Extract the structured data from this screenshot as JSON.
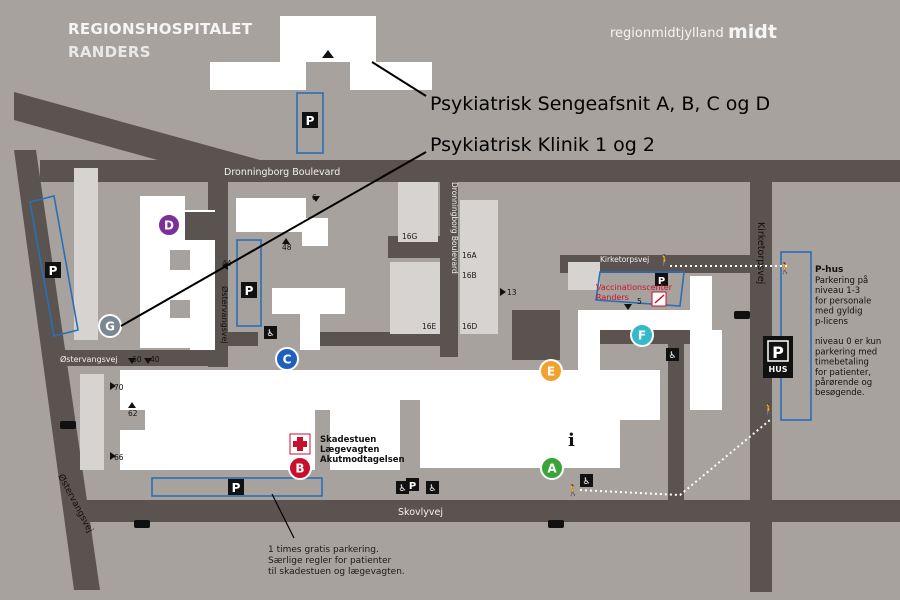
{
  "header": {
    "title_line1": "REGIONSHOSPITALET",
    "title_line2": "RANDERS",
    "region_name": "regionmidtjylland",
    "region_logo": "midt"
  },
  "callouts": {
    "senge": "Psykiatrisk Sengeafsnit A, B, C og D",
    "klinik": "Psykiatrisk Klinik 1 og 2"
  },
  "roads": {
    "dronningborg_boulevard": "Dronningborg Boulevard",
    "dronningborg_boulevard_vertical": "Dronningborg Boulevard",
    "kirketorpsvej": "Kirketorpsvej",
    "kirketorpsvej_vertical": "Kirketorpsvej",
    "ostervangsvej_vertical": "Østervangsvej",
    "ostervangsvej_horizontal": "Østervangsvej",
    "ostervangsvej_diagonal": "Østervangsvej",
    "skovlyvej": "Skovlyvej"
  },
  "building_numbers": {
    "n6": "6",
    "n48": "48",
    "n44": "44",
    "n60": "60",
    "n40": "40",
    "n70": "70",
    "n62": "62",
    "n66": "66",
    "n13": "13",
    "n5": "5",
    "b16g": "16G",
    "b16a": "16A",
    "b16b": "16B",
    "b16e": "16E",
    "b16d": "16D"
  },
  "entrances": {
    "a": "A",
    "b": "B",
    "c": "C",
    "d": "D",
    "e": "E",
    "f": "F",
    "g": "G"
  },
  "entrance_colors": {
    "a": "#3aa33a",
    "b": "#c8102e",
    "c": "#1f5fbf",
    "d": "#7a2f99",
    "e": "#f0a22e",
    "f": "#35b9c9",
    "g": "#7b8793"
  },
  "parking": {
    "p_label": "P",
    "hus_label": "HUS"
  },
  "emergency": {
    "line1": "Skadestuen",
    "line2": "Lægevagten",
    "line3": "Akutmodtagelsen"
  },
  "vaccination": {
    "line1": "Vaccinationscenter",
    "line2": "Randers"
  },
  "phus_info": {
    "title": "P-hus",
    "lines": [
      "Parkering på",
      "niveau 1-3",
      "for personale",
      "med gyldig",
      "p-licens",
      "",
      "niveau 0  er kun",
      "parkering med",
      "timebetaling",
      "for patienter,",
      "pårørende og",
      "besøgende."
    ]
  },
  "parking_note": {
    "lines": [
      "1 times gratis parkering.",
      "Særlige regler for patienter",
      "til skadestuen og lægevagten."
    ]
  },
  "icons": {
    "info": "info-icon",
    "wheelchair": "wheelchair-icon",
    "pedestrian": "pedestrian-icon",
    "bus": "bus-icon",
    "red_cross": "red-cross-icon",
    "syringe": "syringe-icon",
    "parking_house": "parking-house-icon"
  },
  "colors": {
    "ground": "#a8a29e",
    "road": "#5a5350",
    "building": "#ffffff",
    "building_dark": "#d6d3d1",
    "parking_outline": "#2a6fb5",
    "vaccination_text": "#c8102e"
  }
}
